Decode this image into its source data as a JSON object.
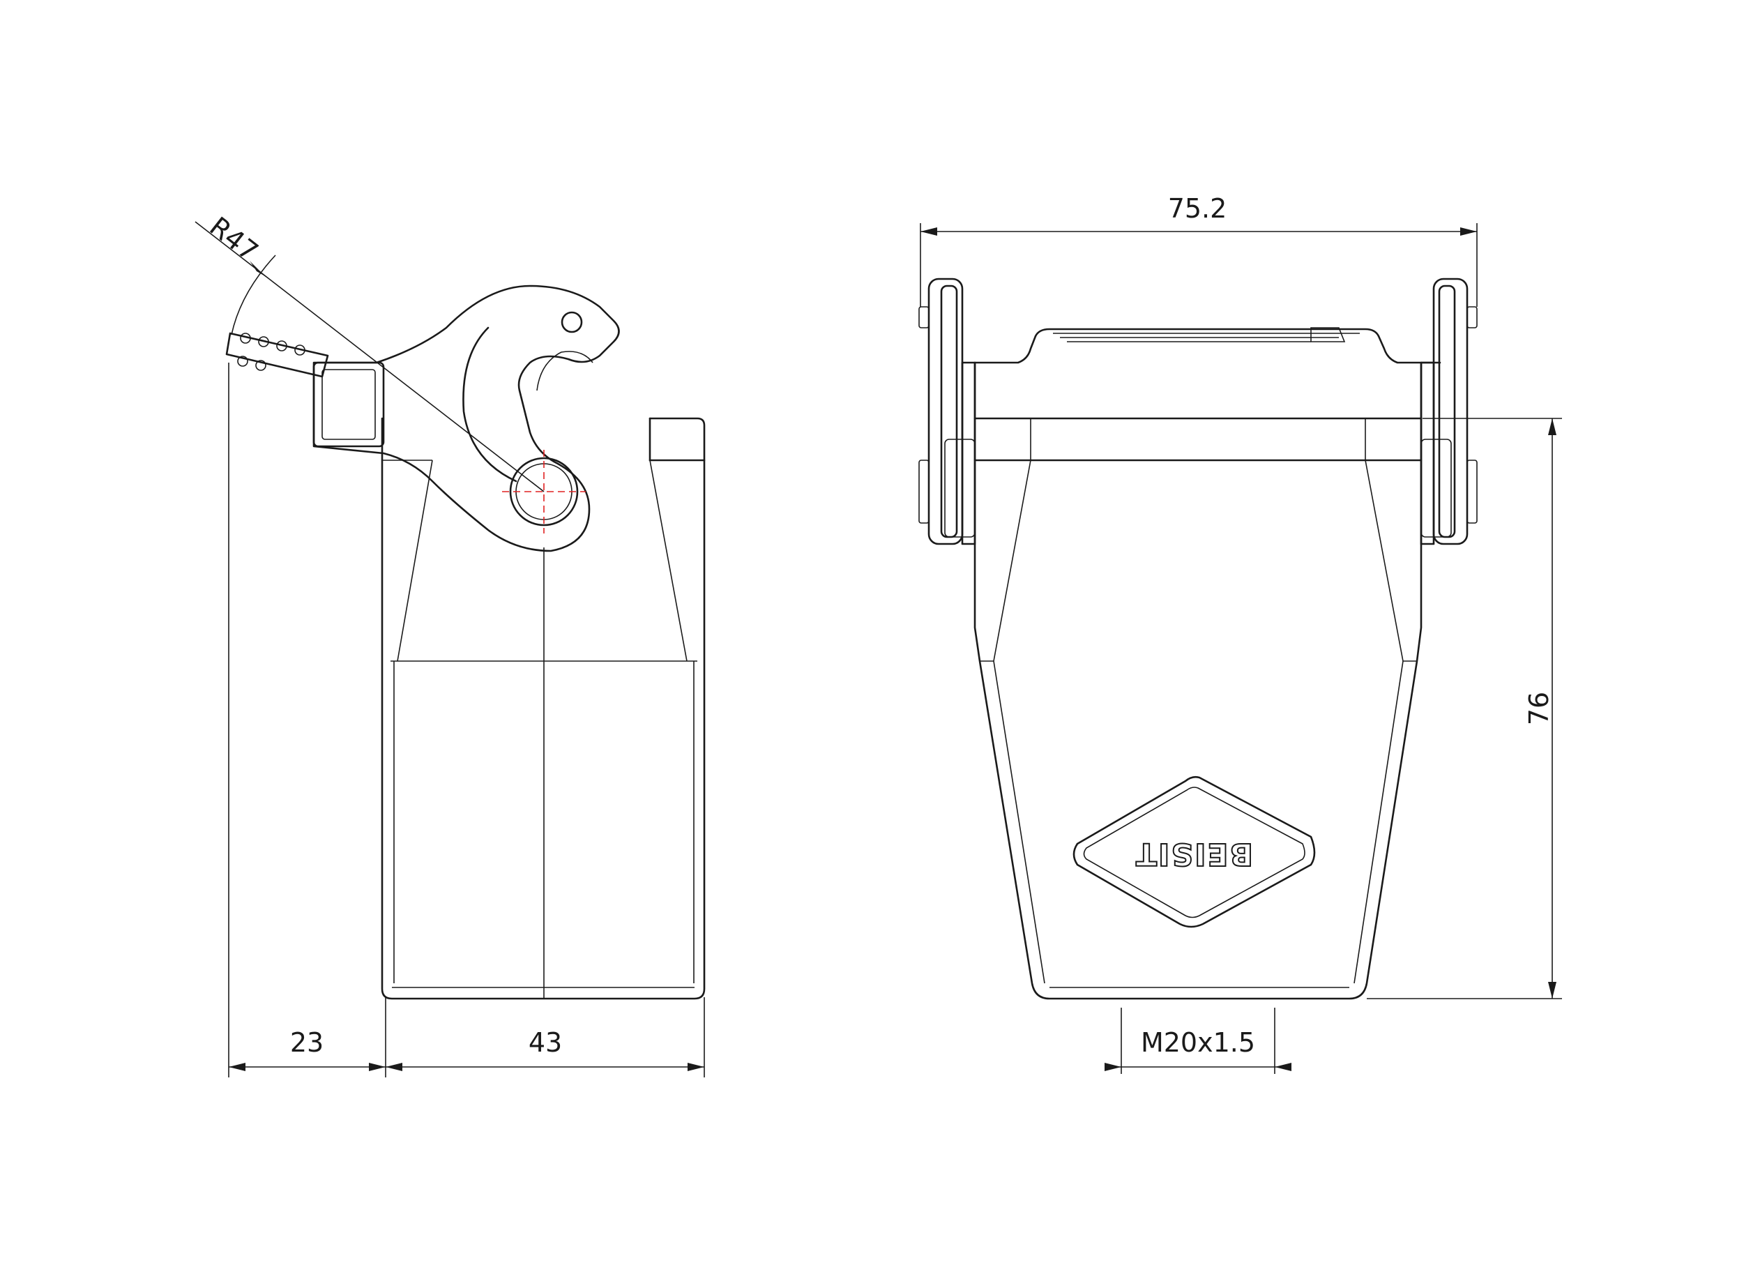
{
  "dimensions": {
    "radius": "R47",
    "overall_width": "75.2",
    "height": "76",
    "left_offset": "23",
    "body_depth": "43",
    "thread": "M20x1.5"
  },
  "logo": {
    "text": "BEISIT"
  }
}
